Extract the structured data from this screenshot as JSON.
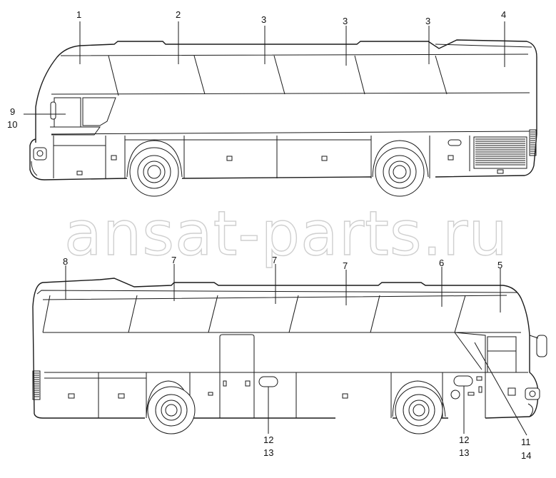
{
  "watermark": "ansat-parts.ru",
  "top_view": {
    "callouts": [
      "1",
      "2",
      "3",
      "3",
      "3",
      "4",
      "9",
      "10"
    ]
  },
  "bottom_view": {
    "callouts": [
      "8",
      "7",
      "7",
      "7",
      "6",
      "5",
      "12",
      "13",
      "12",
      "13",
      "11",
      "14"
    ]
  },
  "colors": {
    "line": "#1a1a1a",
    "background": "#ffffff",
    "watermark_outline": "#cfcfcf"
  }
}
